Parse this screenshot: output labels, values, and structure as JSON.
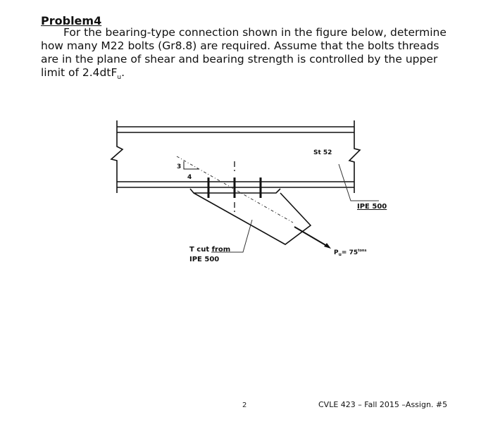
{
  "problem": {
    "title": "Problem4",
    "text": "For the bearing-type connection shown in the figure below, determine how many M22 bolts (Gr8.8) are required.  Assume that the bolts threads are in the plane of shear and bearing strength is controlled by the upper limit of 2.4dtF",
    "subscript": "u",
    "end": "."
  },
  "figure": {
    "beam_steel_label": "St 52",
    "beam_section_label": "IPE 500",
    "slope_rise": "3",
    "slope_run": "4",
    "tee_label_line1": "T cut from",
    "tee_label_line2": "IPE 500",
    "load_label": "P",
    "load_subscript": "u",
    "load_value": "= 75",
    "load_unit": "tons",
    "bolt_count_shown": 3
  },
  "footer": {
    "page_number": "2",
    "course": "CVLE 423 – Fall 2015 –Assign. #5"
  }
}
